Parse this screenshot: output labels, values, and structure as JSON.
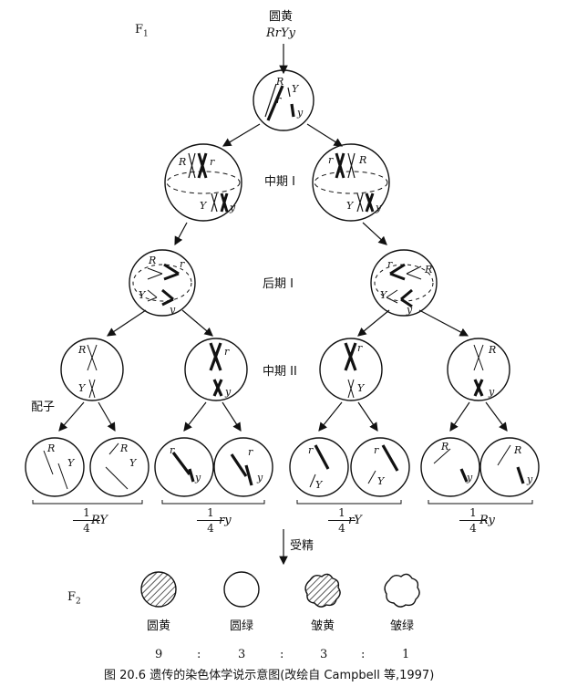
{
  "header": {
    "generation_f1": "F",
    "generation_f1_sub": "1",
    "parent_phenotype": "圆黄",
    "parent_genotype": "RrYy"
  },
  "stages": {
    "metaphase1": "中期 I",
    "anaphase1": "后期 I",
    "metaphase2": "中期 II"
  },
  "gamete_label": "配子",
  "fractions": [
    {
      "numerator": "1",
      "denominator": "4",
      "genotype": "RY"
    },
    {
      "numerator": "1",
      "denominator": "4",
      "genotype": "ry"
    },
    {
      "numerator": "1",
      "denominator": "4",
      "genotype": "rY"
    },
    {
      "numerator": "1",
      "denominator": "4",
      "genotype": "Ry"
    }
  ],
  "fertilization_label": "受精",
  "f2": {
    "label": "F",
    "label_sub": "2",
    "phenotypes": [
      "圆黄",
      "圆绿",
      "皱黄",
      "皱绿"
    ],
    "ratio": [
      "9",
      ":",
      "3",
      ":",
      "3",
      ":",
      "1"
    ]
  },
  "caption": "图 20.6    遗传的染色体学说示意图(改绘自 Campbell 等,1997)",
  "chromosome_labels": {
    "R": "R",
    "r": "r",
    "Y": "Y",
    "y": "y"
  }
}
